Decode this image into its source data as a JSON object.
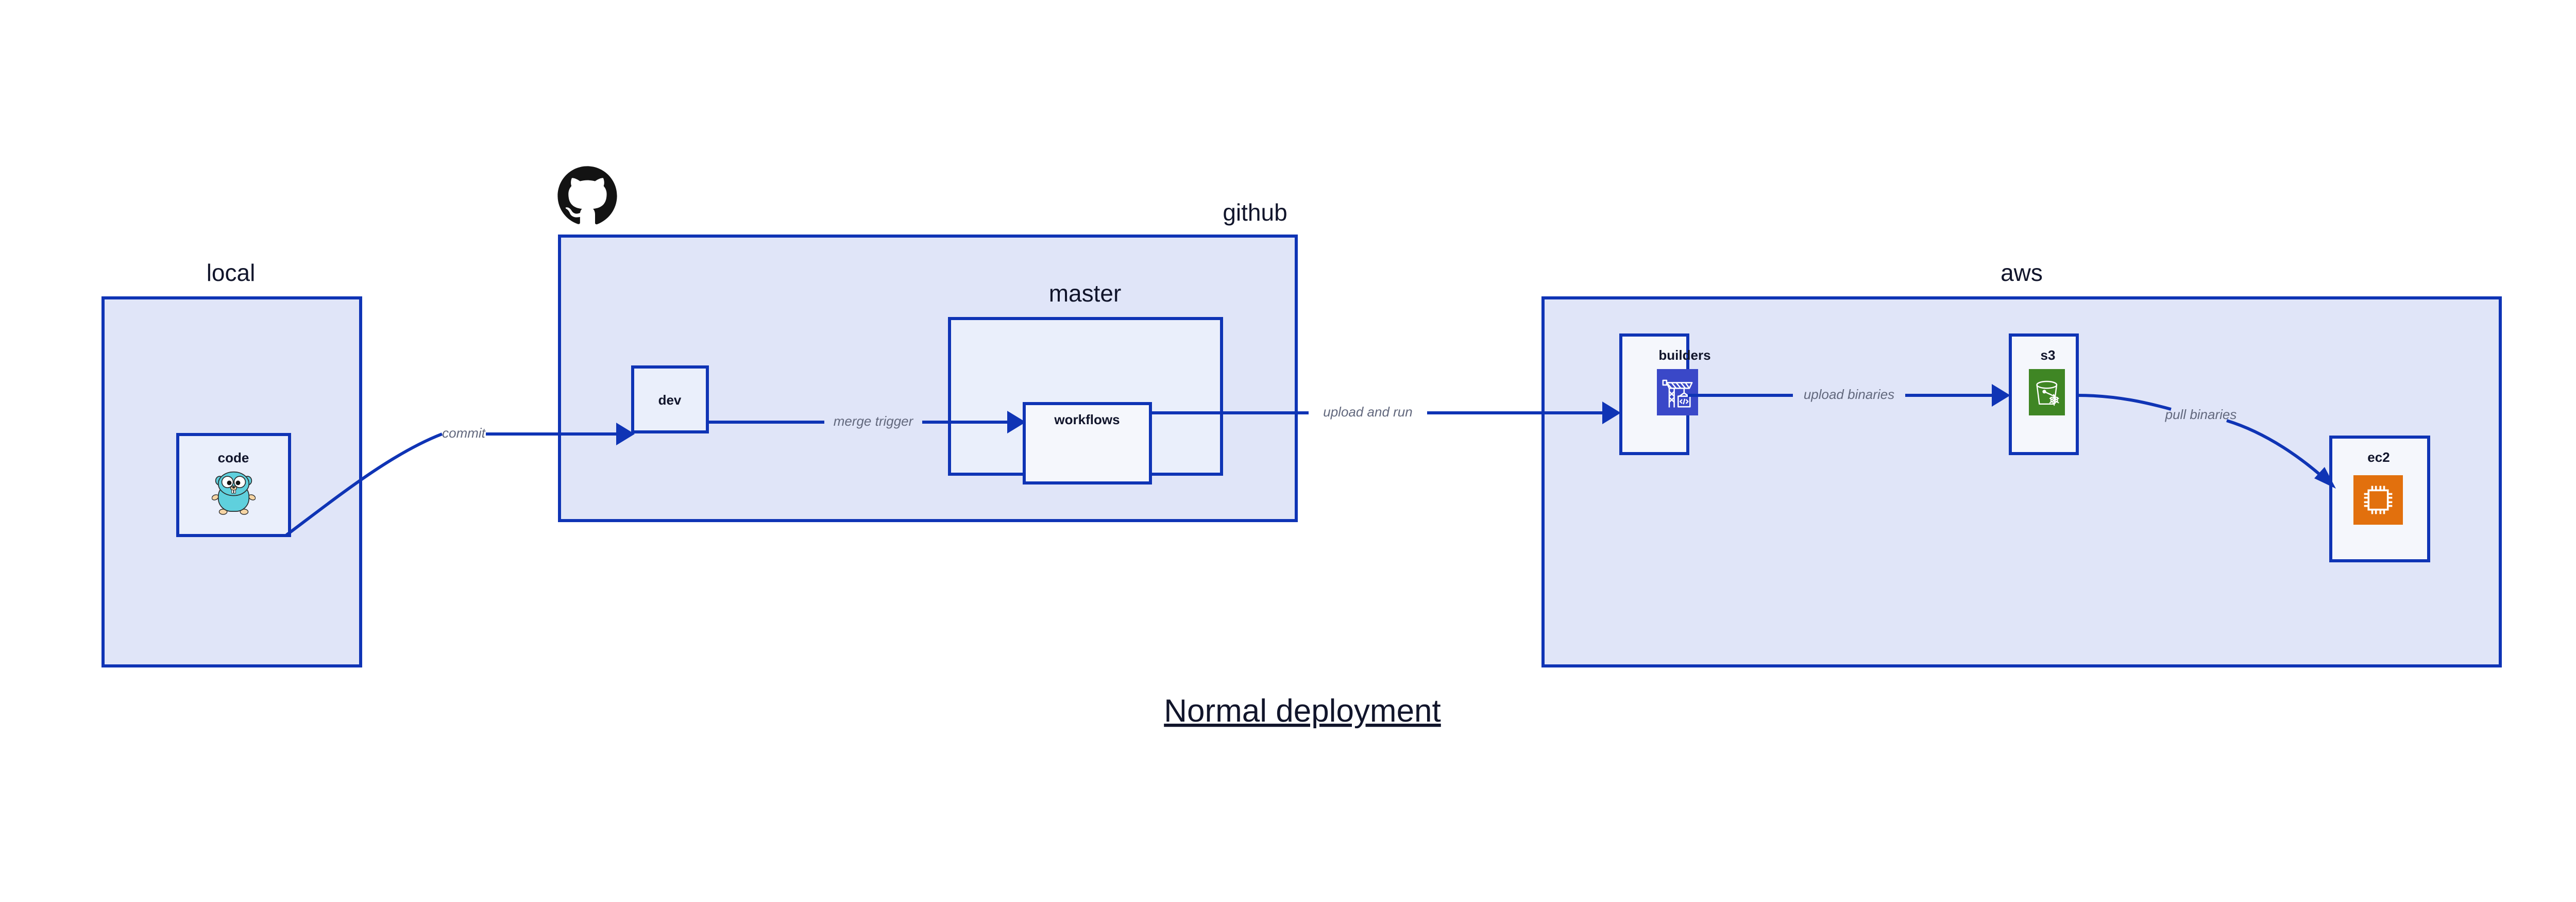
{
  "title": "Normal deployment",
  "colors": {
    "container_fill": "#e0e5f8",
    "subcontainer_fill": "#eaeffb",
    "leaf_fill": "#f5f7fc",
    "border": "#0f34b5",
    "edge": "#0f34b5",
    "label_text": "#11152b",
    "edge_label_text": "#62687d",
    "builders_icon_bg": "#3a48c8",
    "s3_icon_bg": "#3f8624",
    "ec2_icon_bg": "#e2700d",
    "gopher_body": "#5fd0dd",
    "github_logo": "#131313"
  },
  "groups": [
    {
      "id": "local",
      "label": "local"
    },
    {
      "id": "github",
      "label": "github"
    },
    {
      "id": "master",
      "label": "master"
    },
    {
      "id": "aws",
      "label": "aws"
    }
  ],
  "nodes": [
    {
      "id": "code",
      "label": "code",
      "icon": "go-gopher-icon",
      "group": "local"
    },
    {
      "id": "dev",
      "label": "dev",
      "icon": null,
      "group": "github"
    },
    {
      "id": "workflows",
      "label": "workflows",
      "icon": null,
      "group": "master"
    },
    {
      "id": "builders",
      "label": "builders",
      "icon": "aws-codebuild-crane-icon",
      "group": "aws"
    },
    {
      "id": "s3",
      "label": "s3",
      "icon": "aws-s3-bucket-icon",
      "group": "aws"
    },
    {
      "id": "ec2",
      "label": "ec2",
      "icon": "aws-ec2-chip-icon",
      "group": "aws"
    }
  ],
  "edges": [
    {
      "id": "code-to-dev",
      "label": "commit",
      "from": "code",
      "to": "dev"
    },
    {
      "id": "dev-to-workflows",
      "label": "merge trigger",
      "from": "dev",
      "to": "workflows"
    },
    {
      "id": "workflows-to-builders",
      "label": "upload and run",
      "from": "workflows",
      "to": "builders"
    },
    {
      "id": "builders-to-s3",
      "label": "upload binaries",
      "from": "builders",
      "to": "s3"
    },
    {
      "id": "s3-to-ec2",
      "label": "pull binaries",
      "from": "s3",
      "to": "ec2"
    }
  ],
  "logos": [
    {
      "id": "github-logo",
      "icon": "github-octocat-icon",
      "group": "github"
    }
  ]
}
